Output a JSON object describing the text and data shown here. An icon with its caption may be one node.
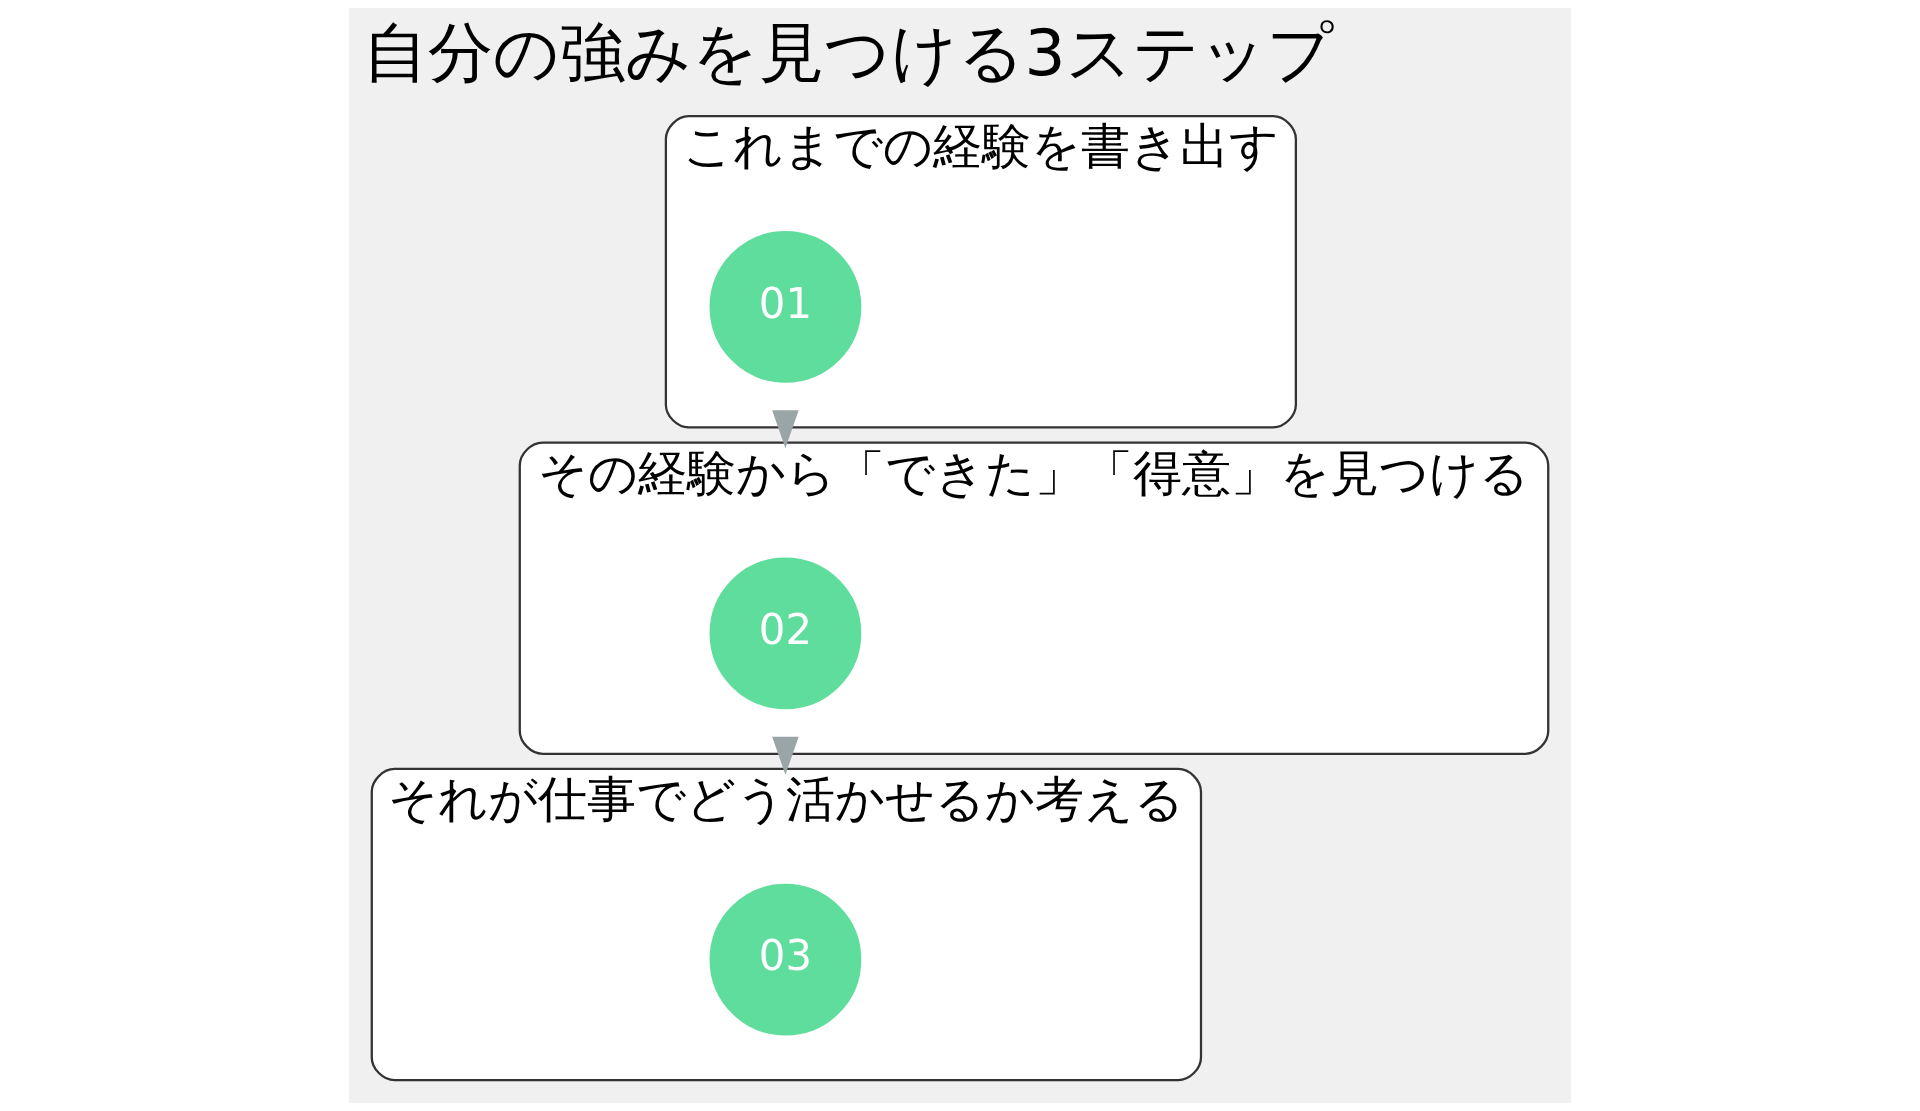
{
  "diagram": {
    "title": "自分の強みを見つける3ステップ",
    "nodes": [
      {
        "text": [
          "これまでの経験を書き出す"
        ]
      },
      {
        "text": [
          "01"
        ],
        "in": 0
      },
      {
        "text": [
          "その経験から「できた」「得意」を見つける"
        ]
      },
      {
        "text": [
          "02"
        ],
        "in": 2
      },
      {
        "text": [
          "それが仕事でどう活かせるか考える"
        ]
      },
      {
        "text": [
          "03"
        ],
        "in": 4
      }
    ],
    "edges": [
      {
        "from": 0,
        "to": 2,
        "arrow": "to"
      },
      {
        "from": 2,
        "to": 4,
        "arrow": "to"
      }
    ]
  }
}
